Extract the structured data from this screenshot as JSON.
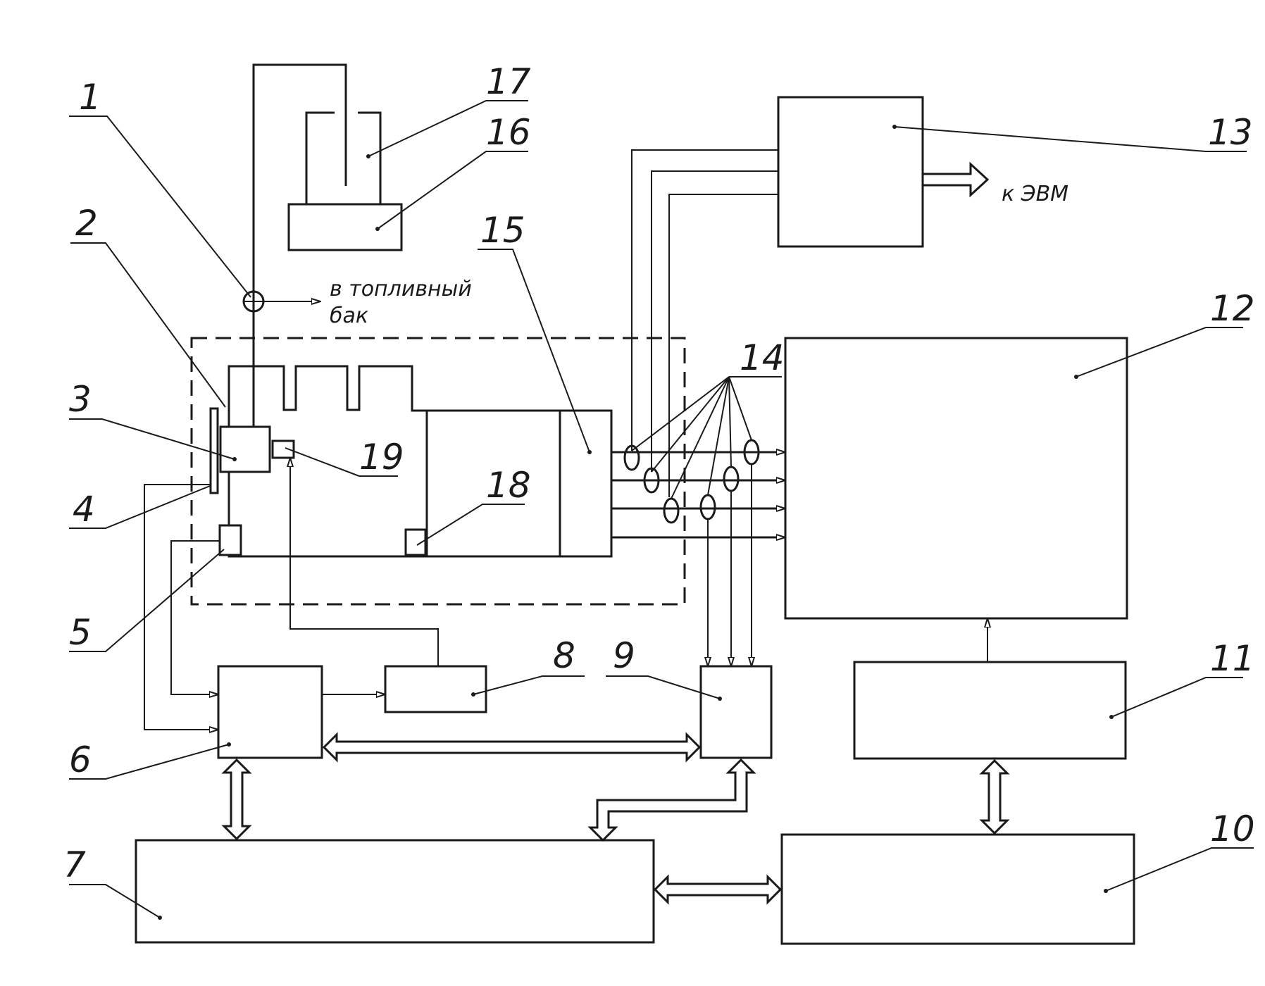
{
  "labels": {
    "n1": "1",
    "n2": "2",
    "n3": "3",
    "n4": "4",
    "n5": "5",
    "n6": "6",
    "n7": "7",
    "n8": "8",
    "n9": "9",
    "n10": "10",
    "n11": "11",
    "n12": "12",
    "n13": "13",
    "n14": "14",
    "n15": "15",
    "n16": "16",
    "n17": "17",
    "n18": "18",
    "n19": "19"
  },
  "annotations": {
    "fuel_tank_line1": "в топливный",
    "fuel_tank_line2": "бак",
    "to_computer": "к ЭВМ"
  }
}
